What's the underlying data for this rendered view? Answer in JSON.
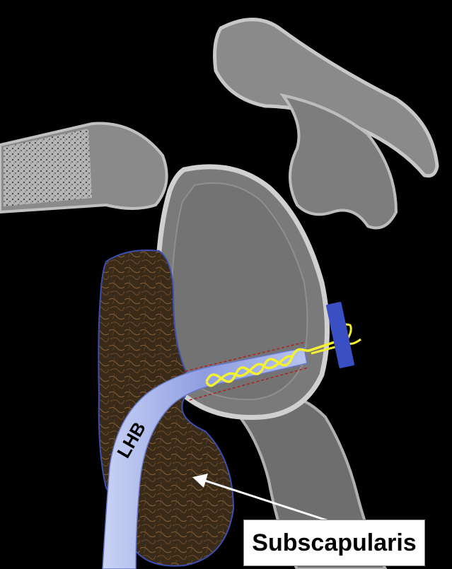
{
  "image": {
    "modality": "CT",
    "background_color": "#000000",
    "bone_color": "#8a8a8a",
    "cortex_color": "#c8c8c8",
    "muscle_color": "#3a2a18",
    "tendon_color": "#aab8ee",
    "suture_color": "#f2f030",
    "anchor_color": "#3b4fc4"
  },
  "labels": {
    "tendon": "LHB",
    "muscle": "Subscapularis"
  }
}
